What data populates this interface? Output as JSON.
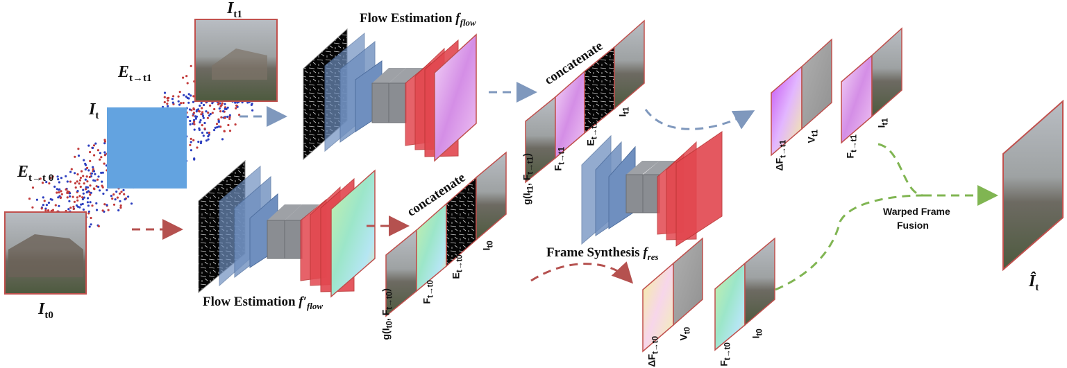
{
  "labels": {
    "I_t1": "I",
    "I_t1_sub": "t1",
    "E_t_t1": "E",
    "E_t_t1_sub": "t→t1",
    "I_t": "I",
    "I_t_sub": "t",
    "E_t_t0": "E",
    "E_t_t0_sub": "t→t 0",
    "I_t0": "I",
    "I_t0_sub": "t0",
    "flow_top_prefix": "Flow Estimation ",
    "flow_top_fn": "f",
    "flow_top_sub": "flow",
    "flow_bottom_prefix": "Flow Estimation ",
    "flow_bottom_fn": "f′",
    "flow_bottom_sub": "flow",
    "concatenate_top": "concatenate",
    "concatenate_bottom": "concatenate",
    "g_top": "g(I",
    "g_top_sub": "t1",
    "g_top_mid": ", F",
    "g_top_sub2": "t→t1",
    "g_top_end": ")",
    "F_top": "F",
    "F_top_sub": "t→t1",
    "E_top": "E",
    "E_top_sub": "t→t1",
    "I_top": "I",
    "I_top_sub": "t1",
    "g_bottom": "g(I",
    "g_bottom_sub": "t0",
    "g_bottom_mid": ", F",
    "g_bottom_sub2": "t→t0",
    "g_bottom_end": ")",
    "F_bottom": "F",
    "F_bottom_sub": "t→t0",
    "E_bottom": "E",
    "E_bottom_sub": "t→t0",
    "I_bottom": "I",
    "I_bottom_sub": "t0",
    "frame_synthesis_prefix": "Frame Synthesis ",
    "frame_synthesis_fn": "f",
    "frame_synthesis_sub": "res",
    "dF_t1": "ΔF",
    "dF_t1_sub": "t→t1",
    "V_t1": "V",
    "V_t1_sub": "t1",
    "F_t1_right": "F",
    "F_t1_right_sub": "t→t1",
    "I_t1_right": "I",
    "I_t1_right_sub": "t1",
    "dF_t0": "ΔF",
    "dF_t0_sub": "t→t0",
    "V_t0": "V",
    "V_t0_sub": "t0",
    "F_t0_right": "F",
    "F_t0_right_sub": "t→t0",
    "I_t0_right": "I",
    "I_t0_right_sub": "t0",
    "warped_line1": "Warped Frame",
    "warped_line2": "Fusion",
    "output": "Î",
    "output_sub": "t"
  },
  "colors": {
    "blue_arrow": "#7f98bd",
    "red_arrow": "#b5514f",
    "green_arrow": "#80b552",
    "blue_block": "#6f8fbf",
    "gray_block": "#8a8d92",
    "red_block": "#e2474f",
    "frame_border": "#c0504d",
    "square_blue": "#63a3e0"
  },
  "icons": {
    "arrow_shape": "dashed-arrow",
    "network_block": "3d-layer-block"
  }
}
